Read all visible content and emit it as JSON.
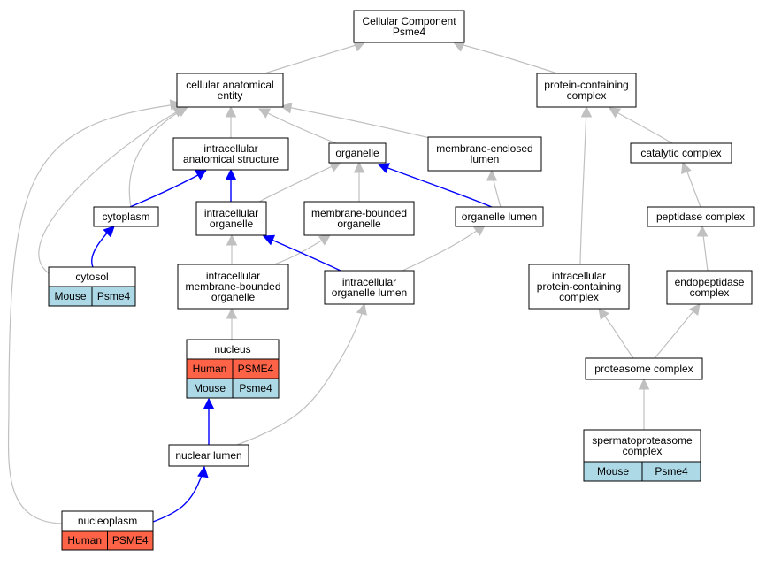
{
  "colors": {
    "human": "#ff6347",
    "mouse": "#add8e6",
    "is_a_edge": "#c0c0c0",
    "part_of_edge": "#0000ff"
  },
  "nodes": {
    "root": {
      "lines": [
        "Cellular Component",
        "Psme4"
      ]
    },
    "cellular_anatomical_entity": {
      "lines": [
        "cellular anatomical",
        "entity"
      ]
    },
    "protein_containing_complex": {
      "lines": [
        "protein-containing",
        "complex"
      ]
    },
    "intracellular_anatomical_structure": {
      "lines": [
        "intracellular",
        "anatomical structure"
      ]
    },
    "organelle": {
      "lines": [
        "organelle"
      ]
    },
    "membrane_enclosed_lumen": {
      "lines": [
        "membrane-enclosed",
        "lumen"
      ]
    },
    "catalytic_complex": {
      "lines": [
        "catalytic complex"
      ]
    },
    "cytoplasm": {
      "lines": [
        "cytoplasm"
      ]
    },
    "intracellular_organelle": {
      "lines": [
        "intracellular",
        "organelle"
      ]
    },
    "membrane_bounded_organelle": {
      "lines": [
        "membrane-bounded",
        "organelle"
      ]
    },
    "organelle_lumen": {
      "lines": [
        "organelle lumen"
      ]
    },
    "peptidase_complex": {
      "lines": [
        "peptidase complex"
      ]
    },
    "cytosol": {
      "lines": [
        "cytosol"
      ],
      "annotations": [
        {
          "species": "Mouse",
          "gene": "Psme4"
        }
      ]
    },
    "intracellular_membrane_bounded_organelle": {
      "lines": [
        "intracellular",
        "membrane-bounded",
        "organelle"
      ]
    },
    "intracellular_organelle_lumen": {
      "lines": [
        "intracellular",
        "organelle lumen"
      ]
    },
    "intracellular_protein_containing_complex": {
      "lines": [
        "intracellular",
        "protein-containing",
        "complex"
      ]
    },
    "endopeptidase_complex": {
      "lines": [
        "endopeptidase",
        "complex"
      ]
    },
    "nucleus": {
      "lines": [
        "nucleus"
      ],
      "annotations": [
        {
          "species": "Human",
          "gene": "PSME4"
        },
        {
          "species": "Mouse",
          "gene": "Psme4"
        }
      ]
    },
    "proteasome_complex": {
      "lines": [
        "proteasome complex"
      ]
    },
    "nuclear_lumen": {
      "lines": [
        "nuclear lumen"
      ]
    },
    "spermatoproteasome_complex": {
      "lines": [
        "spermatoproteasome",
        "complex"
      ],
      "annotations": [
        {
          "species": "Mouse",
          "gene": "Psme4"
        }
      ]
    },
    "nucleoplasm": {
      "lines": [
        "nucleoplasm"
      ],
      "annotations": [
        {
          "species": "Human",
          "gene": "PSME4"
        }
      ]
    }
  },
  "edges": [
    {
      "from": "cellular_anatomical_entity",
      "to": "root",
      "relation": "is_a"
    },
    {
      "from": "protein_containing_complex",
      "to": "root",
      "relation": "is_a"
    },
    {
      "from": "intracellular_anatomical_structure",
      "to": "cellular_anatomical_entity",
      "relation": "is_a"
    },
    {
      "from": "organelle",
      "to": "cellular_anatomical_entity",
      "relation": "is_a"
    },
    {
      "from": "membrane_enclosed_lumen",
      "to": "cellular_anatomical_entity",
      "relation": "is_a"
    },
    {
      "from": "cytoplasm",
      "to": "cellular_anatomical_entity",
      "relation": "is_a"
    },
    {
      "from": "cytosol",
      "to": "cellular_anatomical_entity",
      "relation": "is_a"
    },
    {
      "from": "nucleoplasm",
      "to": "cellular_anatomical_entity",
      "relation": "is_a"
    },
    {
      "from": "catalytic_complex",
      "to": "protein_containing_complex",
      "relation": "is_a"
    },
    {
      "from": "intracellular_protein_containing_complex",
      "to": "protein_containing_complex",
      "relation": "is_a"
    },
    {
      "from": "cytoplasm",
      "to": "intracellular_anatomical_structure",
      "relation": "part_of"
    },
    {
      "from": "intracellular_organelle",
      "to": "intracellular_anatomical_structure",
      "relation": "part_of"
    },
    {
      "from": "intracellular_organelle",
      "to": "organelle",
      "relation": "is_a"
    },
    {
      "from": "membrane_bounded_organelle",
      "to": "organelle",
      "relation": "is_a"
    },
    {
      "from": "organelle_lumen",
      "to": "organelle",
      "relation": "part_of"
    },
    {
      "from": "organelle_lumen",
      "to": "membrane_enclosed_lumen",
      "relation": "is_a"
    },
    {
      "from": "peptidase_complex",
      "to": "catalytic_complex",
      "relation": "is_a"
    },
    {
      "from": "cytosol",
      "to": "cytoplasm",
      "relation": "part_of"
    },
    {
      "from": "intracellular_membrane_bounded_organelle",
      "to": "intracellular_organelle",
      "relation": "is_a"
    },
    {
      "from": "intracellular_membrane_bounded_organelle",
      "to": "membrane_bounded_organelle",
      "relation": "is_a"
    },
    {
      "from": "intracellular_organelle_lumen",
      "to": "intracellular_organelle",
      "relation": "part_of"
    },
    {
      "from": "intracellular_organelle_lumen",
      "to": "organelle_lumen",
      "relation": "is_a"
    },
    {
      "from": "endopeptidase_complex",
      "to": "peptidase_complex",
      "relation": "is_a"
    },
    {
      "from": "nucleus",
      "to": "intracellular_membrane_bounded_organelle",
      "relation": "is_a"
    },
    {
      "from": "proteasome_complex",
      "to": "intracellular_protein_containing_complex",
      "relation": "is_a"
    },
    {
      "from": "proteasome_complex",
      "to": "endopeptidase_complex",
      "relation": "is_a"
    },
    {
      "from": "nuclear_lumen",
      "to": "nucleus",
      "relation": "part_of"
    },
    {
      "from": "nuclear_lumen",
      "to": "intracellular_organelle_lumen",
      "relation": "is_a"
    },
    {
      "from": "spermatoproteasome_complex",
      "to": "proteasome_complex",
      "relation": "is_a"
    },
    {
      "from": "nucleoplasm",
      "to": "nuclear_lumen",
      "relation": "part_of"
    }
  ]
}
